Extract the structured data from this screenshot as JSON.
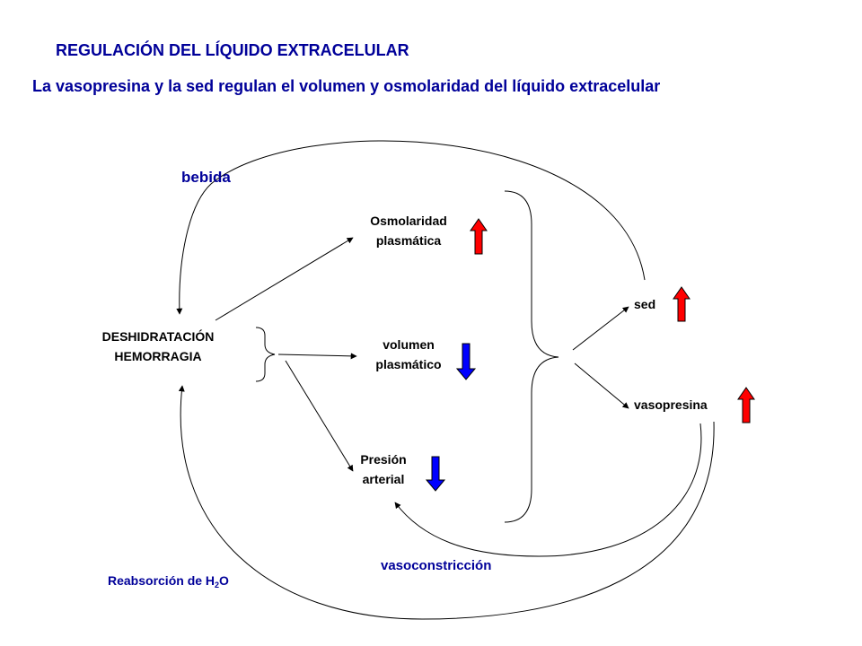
{
  "header": {
    "title": "REGULACIÓN DEL LÍQUIDO EXTRACELULAR",
    "subtitle": "La vasopresina y la sed regulan el volumen y osmolaridad del líquido extracelular"
  },
  "nodes": {
    "dehydration": [
      "DESHIDRATACIÓN",
      "HEMORRAGIA"
    ],
    "osmolarity": [
      "Osmolaridad",
      "plasmática"
    ],
    "volume": [
      "volumen",
      "plasmático"
    ],
    "pressure": [
      "Presión",
      "arterial"
    ],
    "thirst": "sed",
    "vasopressin": "vasopresina"
  },
  "edges": {
    "drink": "bebida",
    "vasoconstriction": "vasoconstricción",
    "reabsorption_prefix": "Reabsorción de H",
    "reabsorption_sub": "2",
    "reabsorption_suffix": "O"
  },
  "indicators": {
    "osmolarity": "up",
    "volume": "down",
    "pressure": "down",
    "thirst": "up",
    "vasopressin": "up"
  },
  "colors": {
    "title": "#000099",
    "up": "#ff0000",
    "down": "#0000ff",
    "line": "#000000"
  }
}
